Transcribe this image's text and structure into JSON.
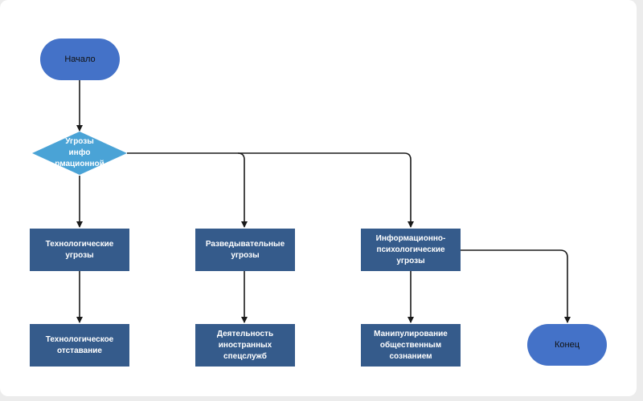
{
  "diagram": {
    "nodes": {
      "start": {
        "label": "Начало"
      },
      "decision": {
        "label": "Угрозы инфо рмационной"
      },
      "tech": {
        "label": "Технологические угрозы"
      },
      "intel": {
        "label": "Разведывательные угрозы"
      },
      "info": {
        "label": "Информационно-психологические угрозы"
      },
      "tech_lag": {
        "label": "Технологическое отставание"
      },
      "foreign": {
        "label": "Деятельность иностранных спецслужб"
      },
      "manip": {
        "label": "Манипулирование общественным сознанием"
      },
      "end": {
        "label": "Конец"
      }
    },
    "edges": [
      {
        "from": "start",
        "to": "decision"
      },
      {
        "from": "decision",
        "to": "tech"
      },
      {
        "from": "decision",
        "to": "intel"
      },
      {
        "from": "decision",
        "to": "info"
      },
      {
        "from": "tech",
        "to": "tech_lag"
      },
      {
        "from": "intel",
        "to": "foreign"
      },
      {
        "from": "info",
        "to": "manip"
      },
      {
        "from": "info",
        "to": "end"
      }
    ],
    "colors": {
      "terminal": "#4472c8",
      "decision": "#4aa3d6",
      "process": "#355b8b",
      "edge": "#1a1a1a"
    }
  }
}
